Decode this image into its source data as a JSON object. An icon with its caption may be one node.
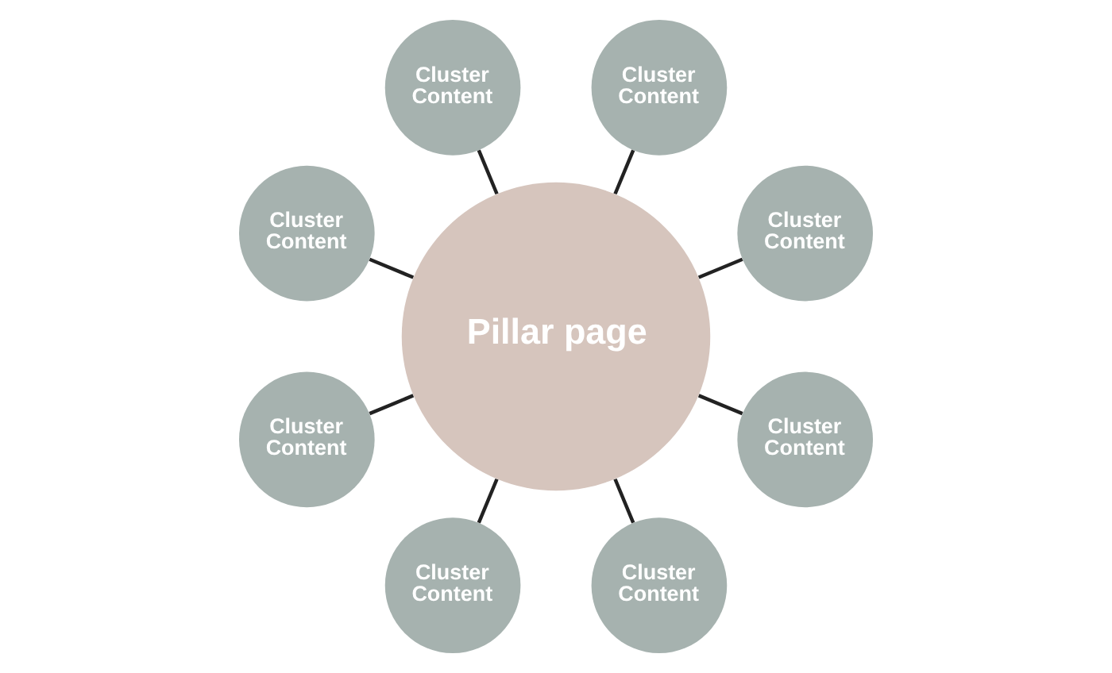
{
  "diagram": {
    "nodes": [
      {
        "text": [
          "Pillar page"
        ]
      },
      {
        "text": [
          "Cluster Content"
        ]
      },
      {
        "text": [
          "Cluster Content"
        ]
      },
      {
        "text": [
          "Cluster Content"
        ]
      },
      {
        "text": [
          "Cluster Content"
        ]
      },
      {
        "text": [
          "Cluster Content"
        ]
      },
      {
        "text": [
          "Cluster Content"
        ]
      },
      {
        "text": [
          "Cluster Content"
        ]
      },
      {
        "text": [
          "Cluster Content"
        ]
      }
    ],
    "edges": [
      {
        "from": 0,
        "to": 1,
        "arrow": "none"
      },
      {
        "from": 0,
        "to": 2,
        "arrow": "none"
      },
      {
        "from": 0,
        "to": 3,
        "arrow": "none"
      },
      {
        "from": 0,
        "to": 4,
        "arrow": "none"
      },
      {
        "from": 0,
        "to": 5,
        "arrow": "none"
      },
      {
        "from": 0,
        "to": 6,
        "arrow": "none"
      },
      {
        "from": 0,
        "to": 7,
        "arrow": "none"
      },
      {
        "from": 0,
        "to": 8,
        "arrow": "none"
      }
    ]
  }
}
